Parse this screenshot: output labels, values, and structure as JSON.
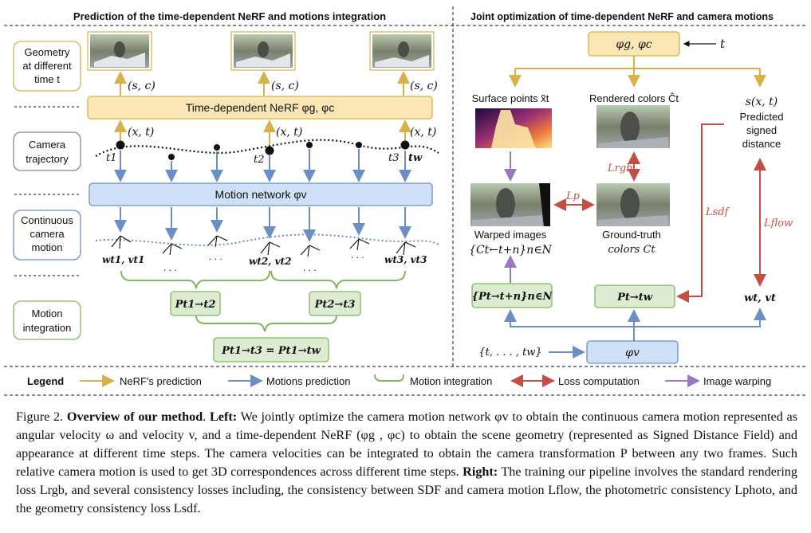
{
  "panels": {
    "left_title": "Prediction of the time-dependent NeRF and motions integration",
    "right_title": "Joint optimization of time-dependent NeRF and camera motions"
  },
  "left": {
    "row_labels": {
      "geometry": [
        "Geometry",
        "at different",
        "time t"
      ],
      "trajectory": [
        "Camera",
        "trajectory"
      ],
      "continuous": [
        "Continuous",
        "camera",
        "motion"
      ],
      "integration": [
        "Motion",
        "integration"
      ]
    },
    "sc_labels": [
      "(s, c)",
      "(s, c)",
      "(s, c)"
    ],
    "xt_labels": [
      "(x, t)",
      "(x, t)",
      "(x, t)"
    ],
    "nerf_box": "Time-dependent NeRF φg, φc",
    "motion_box": "Motion network φv",
    "time_labels": [
      "t1",
      "t2",
      "t3",
      "tw"
    ],
    "velocity_labels": [
      "wt1, vt1",
      "wt2, vt2",
      "wt3, vt3"
    ],
    "dots": ". . .",
    "p12": "Pt1→t2",
    "p23": "Pt2→t3",
    "p13": "Pt1→t3 = Pt1→tw"
  },
  "right": {
    "top_box": "φg, φc",
    "t_label": "t",
    "surface_points": "Surface points x̃t",
    "rendered_colors": "Rendered colors Ĉt",
    "sdf_label": [
      "s(x, t)",
      "Predicted",
      "signed",
      "distance"
    ],
    "l_rgb": "Lrgb",
    "l_p": "Lp",
    "l_sdf": "Lsdf",
    "l_flow": "Lflow",
    "warped": [
      "Warped images",
      "{Ct←t+n}n∈N"
    ],
    "ground_truth": [
      "Ground-truth",
      "colors Ct"
    ],
    "p_set": "{Pt→t+n}n∈N",
    "p_tw": "Pt→tw",
    "wv": "wt, vt",
    "phi_v": "φv",
    "t_seq": "{t, . . . , tw}"
  },
  "legend": {
    "title": "Legend",
    "items": [
      "NeRF's prediction",
      "Motions prediction",
      "Motion integration",
      "Loss computation",
      "Image warping"
    ]
  },
  "colors": {
    "gold": "#d7b24a",
    "blue": "#6b8fc4",
    "green": "#82b85a",
    "red": "#c44d44",
    "purple": "#9a78bf",
    "nerf_fill": "#fbe6b5",
    "motion_fill": "#cfe0f6",
    "green_fill": "#dcecd2"
  },
  "caption": {
    "fig": "Figure 2.",
    "title": "Overview of our method",
    "left_head": "Left:",
    "left_text": "We jointly optimize the camera motion network φv to obtain the continuous camera motion represented as angular velocity ω and velocity v, and a time-dependent NeRF (φg , φc) to obtain the scene geometry (represented as Signed Distance Field) and appearance at different time steps. The camera velocities can be integrated to obtain the camera transformation P between any two frames. Such relative camera motion is used to get 3D correspondences across different time steps.",
    "right_head": "Right:",
    "right_text": "The training our pipeline involves the standard rendering loss Lrgb, and several consistency losses including, the consistency between SDF and camera motion Lflow, the photometric consistency Lphoto, and the geometry consistency loss Lsdf."
  }
}
